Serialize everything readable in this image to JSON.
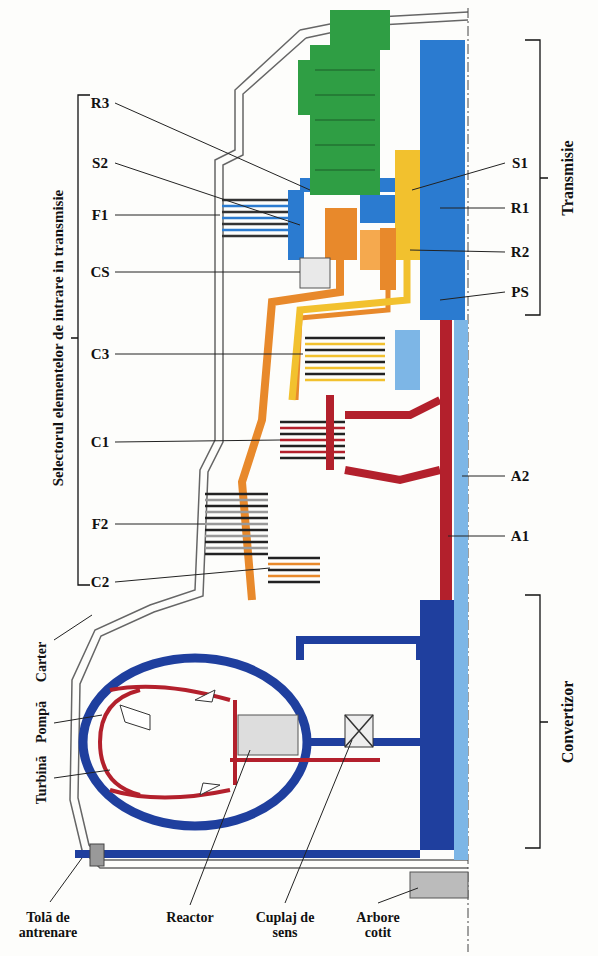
{
  "diagram": {
    "labels": [
      "R3",
      "S2",
      "F1",
      "CS",
      "C3",
      "C1",
      "F2",
      "C2",
      "S1",
      "R1",
      "R2",
      "PS",
      "A2",
      "A1",
      "Selectorul elementelor de intrare in transmisie",
      "Transmisie",
      "Convertizor",
      "Carter",
      "Pompă",
      "Turbină",
      "Tolă de antrenare",
      "Reactor",
      "Cuplaj de sens",
      "Arbore cotit"
    ]
  }
}
